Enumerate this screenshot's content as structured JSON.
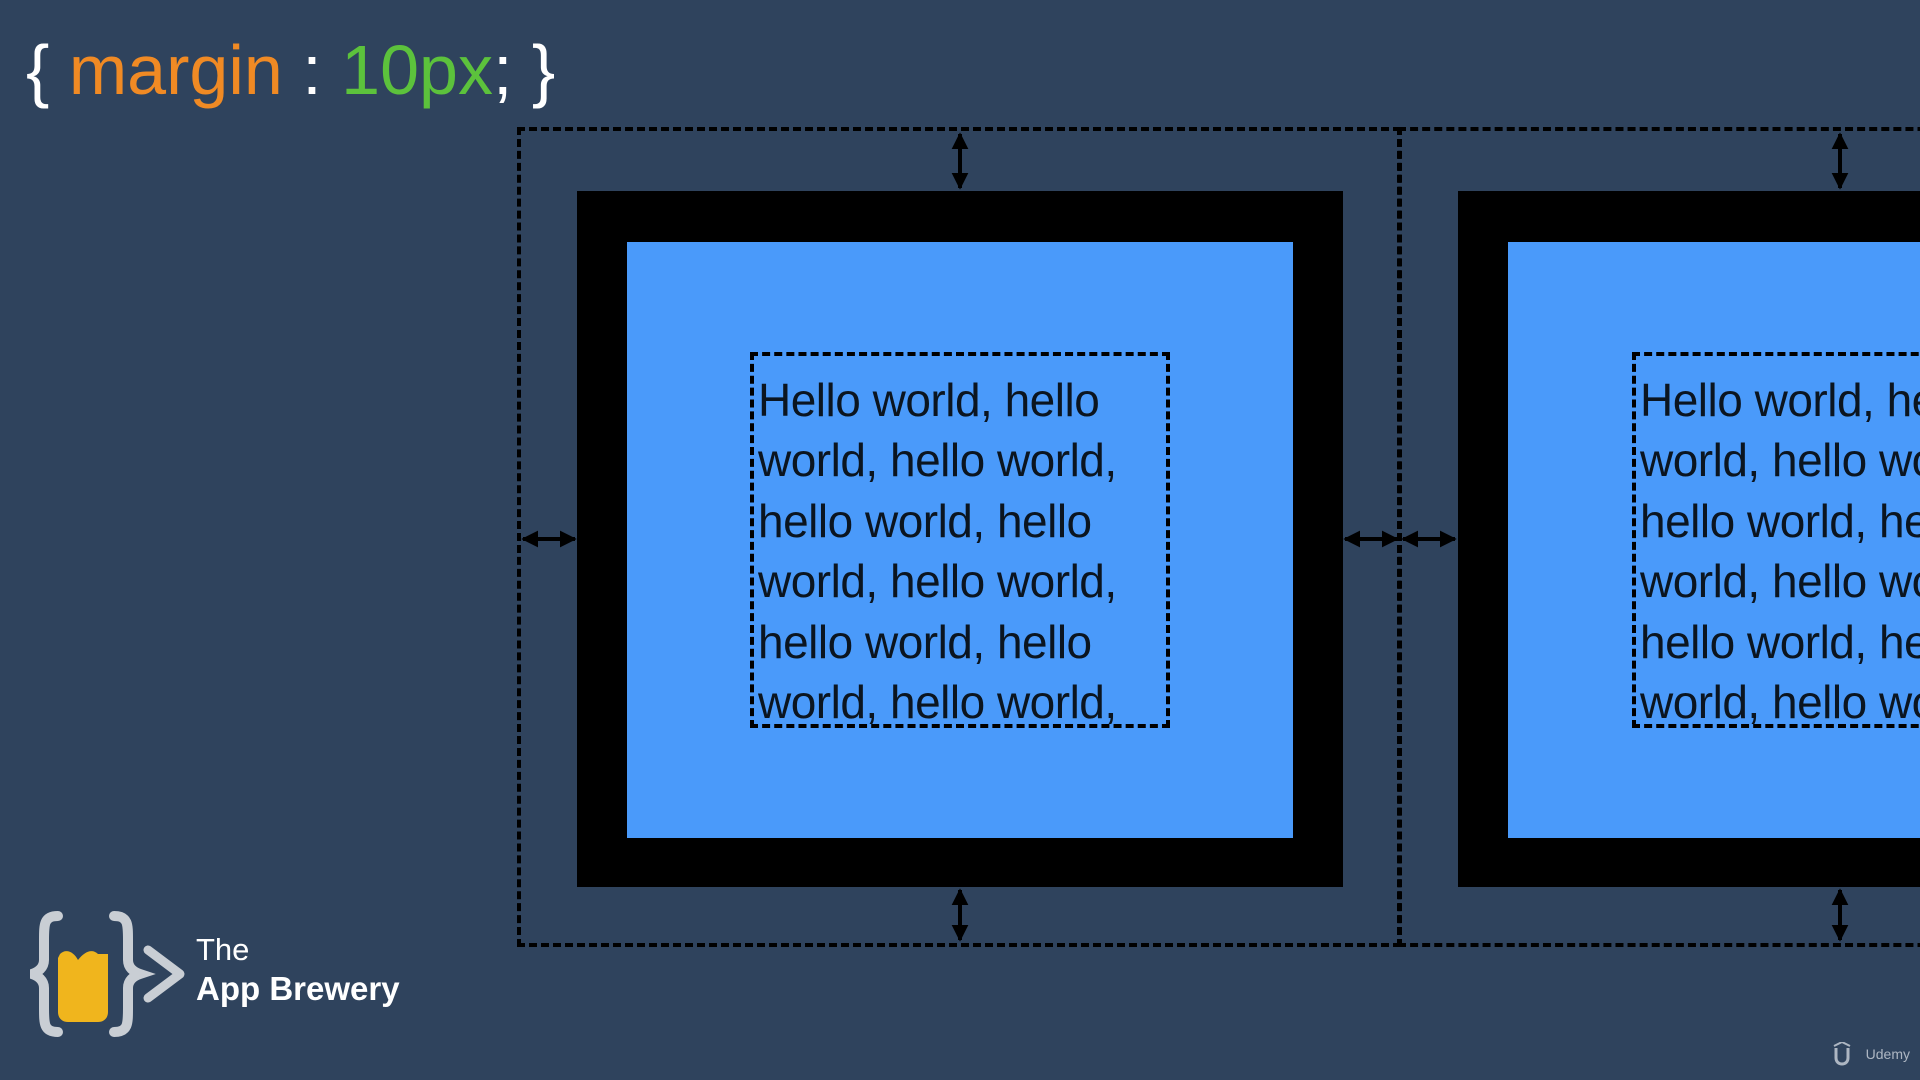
{
  "code_title": {
    "open_brace": "{",
    "property": "margin",
    "colon": ":",
    "value": "10px",
    "semicolon": ";",
    "close_brace": "}"
  },
  "boxes": [
    {
      "content_text": "Hello world, hello\nworld, hello world,\nhello world, hello\nworld, hello world,\nhello world, hello\nworld, hello world,"
    },
    {
      "content_text": "Hello world, hello\nworld, hello world,\nhello world, hello\nworld, hello world,\nhello world, hello\nworld, hello world,"
    }
  ],
  "logo": {
    "line1": "The",
    "line2": "App Brewery"
  },
  "watermark": {
    "label": "Udemy"
  },
  "colors": {
    "background": "#2f435d",
    "property": "#f08a24",
    "value": "#5cc23c",
    "padding_fill": "#4a9afa",
    "border_fill": "#000000",
    "logo_yellow": "#f0b51d",
    "logo_gray": "#c9ced4"
  },
  "icons": [
    "double-arrow-icon",
    "app-brewery-logo-icon",
    "udemy-logo-icon"
  ]
}
